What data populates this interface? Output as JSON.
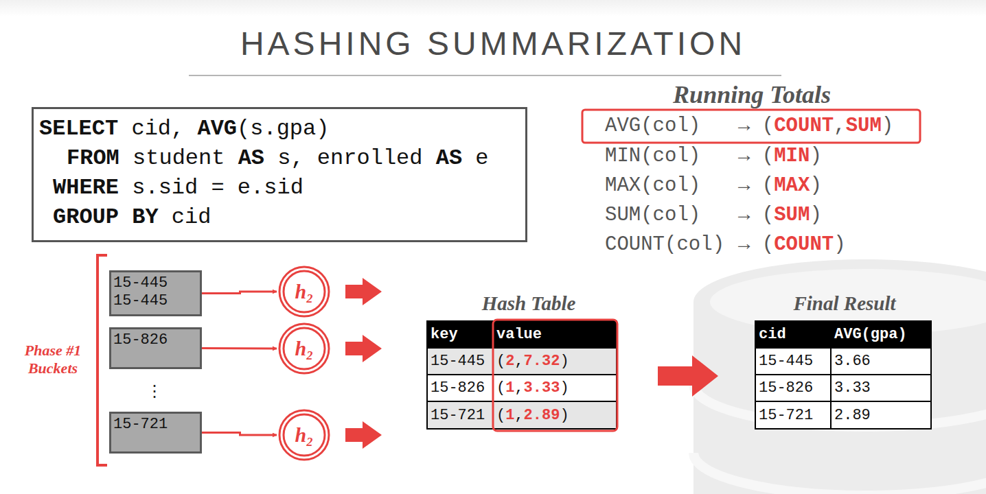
{
  "diagram": {
    "title": "HASHING SUMMARIZATION",
    "nodes": [
      {
        "text": [
          "SELECT cid, AVG(s.gpa)",
          "FROM student AS s, enrolled AS e",
          "WHERE s.sid = e.sid",
          "GROUP BY cid"
        ]
      },
      {
        "text": [
          "15-445",
          "15-445"
        ]
      },
      {
        "text": [
          "h₂"
        ]
      },
      {
        "text": [
          "15-826"
        ]
      },
      {
        "text": [
          "h₂"
        ]
      },
      {
        "text": [
          "15-721"
        ]
      },
      {
        "text": [
          "h₂"
        ]
      }
    ],
    "edges": [
      {
        "from": 1,
        "to": 2,
        "arrow": "to"
      },
      {
        "from": 3,
        "to": 4,
        "arrow": "to"
      },
      {
        "from": 5,
        "to": 6,
        "arrow": "to"
      }
    ],
    "labels": [
      "Running Totals",
      "AVG(col)",
      "→ (COUNT,SUM)",
      "MIN(col)",
      "→ (MIN)",
      "MAX(col)",
      "→ (MAX)",
      "SUM(col)",
      "→ (SUM)",
      "COUNT(col)",
      "→ (COUNT)",
      "Phase #1 Buckets",
      "⋮",
      "Hash Table",
      "key",
      "value",
      "15-445",
      "(2, 7.32)",
      "15-826",
      "(1, 3.33)",
      "15-721",
      "(1, 2.89)",
      "Final Result",
      "cid",
      "AVG(gpa)",
      "15-445",
      "3.66",
      "15-826",
      "3.33",
      "15-721",
      "2.89"
    ]
  }
}
